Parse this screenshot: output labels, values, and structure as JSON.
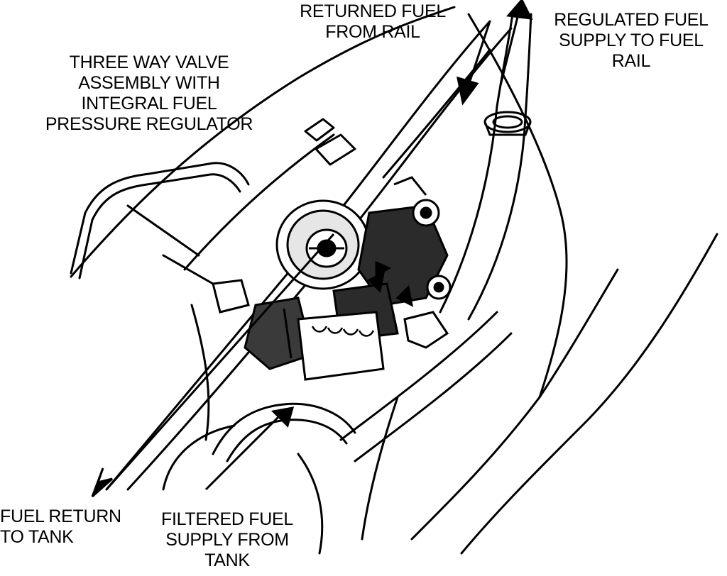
{
  "colors": {
    "ink": "#000000",
    "paper": "#ffffff",
    "shade": "#2b2b2b",
    "mid": "#7a7a7a"
  },
  "labels": {
    "returned_fuel": [
      "RETURNED FUEL",
      "FROM RAIL"
    ],
    "regulated_fuel": [
      "REGULATED FUEL",
      "SUPPLY TO FUEL",
      "RAIL"
    ],
    "three_way_valve": [
      "THREE WAY VALVE",
      "ASSEMBLY WITH",
      "INTEGRAL FUEL",
      "PRESSURE REGULATOR"
    ],
    "fuel_return": [
      "FUEL RETURN",
      "TO TANK"
    ],
    "filtered_fuel": [
      "FILTERED FUEL",
      "SUPPLY FROM",
      "TANK"
    ]
  },
  "icons": [
    "flow-arrow-icon",
    "hose-clamp-icon",
    "pressure-regulator-icon",
    "electrical-connector-icon"
  ]
}
